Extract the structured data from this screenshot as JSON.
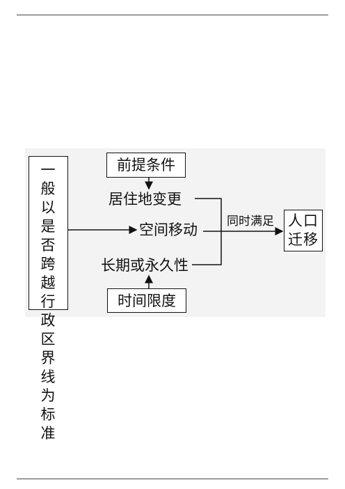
{
  "diagram": {
    "left_box": "一般以是否跨越行政区界线为标准",
    "top_box": "前提条件",
    "bottom_box": "时间限度",
    "condition_1": "居住地变更",
    "condition_2": "空间移动",
    "condition_3": "长期或永久性",
    "connector_label": "同时满足",
    "result_box": "人口迁移"
  },
  "colors": {
    "line": "#111111",
    "diagram_bg": "#f3f3f3"
  }
}
